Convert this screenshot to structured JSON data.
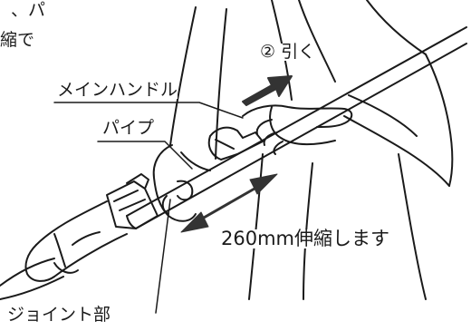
{
  "illustration": {
    "subject": "operator-pulling-main-handle-to-extend-pipe",
    "colors": {
      "line": "#1a1a1a",
      "arrow": "#333333",
      "background": "#ffffff"
    },
    "cropped_text": {
      "line1": "、パ",
      "line2": "縮で"
    },
    "step_label": "② 引く",
    "labels": {
      "main_handle": "メインハンドル",
      "pipe": "パイプ",
      "joint": "ジョイント部"
    },
    "extension_note": "260mm伸縮します"
  }
}
